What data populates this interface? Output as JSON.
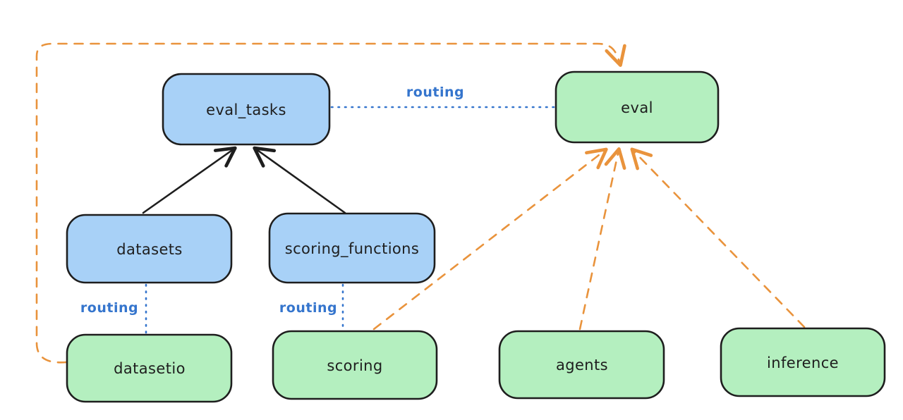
{
  "colors": {
    "background": "#ffffff",
    "node_stroke": "#1e1e1e",
    "blue_node_fill": "#a8d1f7",
    "green_node_fill": "#b4efbf",
    "black_arrow": "#1e1e1e",
    "routing_blue": "#3575cd",
    "orange_dashed": "#e9933c"
  },
  "nodes": {
    "eval_tasks": {
      "label": "eval_tasks",
      "fill": "#a8d1f7"
    },
    "eval": {
      "label": "eval",
      "fill": "#b4efbf"
    },
    "datasets": {
      "label": "datasets",
      "fill": "#a8d1f7"
    },
    "scoring_functions": {
      "label": "scoring_functions",
      "fill": "#a8d1f7"
    },
    "datasetio": {
      "label": "datasetio",
      "fill": "#b4efbf"
    },
    "scoring": {
      "label": "scoring",
      "fill": "#b4efbf"
    },
    "agents": {
      "label": "agents",
      "fill": "#b4efbf"
    },
    "inference": {
      "label": "inference",
      "fill": "#b4efbf"
    }
  },
  "edges": {
    "routing_eval_tasks_to_eval": {
      "label": "routing"
    },
    "routing_datasets_to_datasetio": {
      "label": "routing"
    },
    "routing_scoring_functions_to_scoring": {
      "label": "routing"
    }
  }
}
